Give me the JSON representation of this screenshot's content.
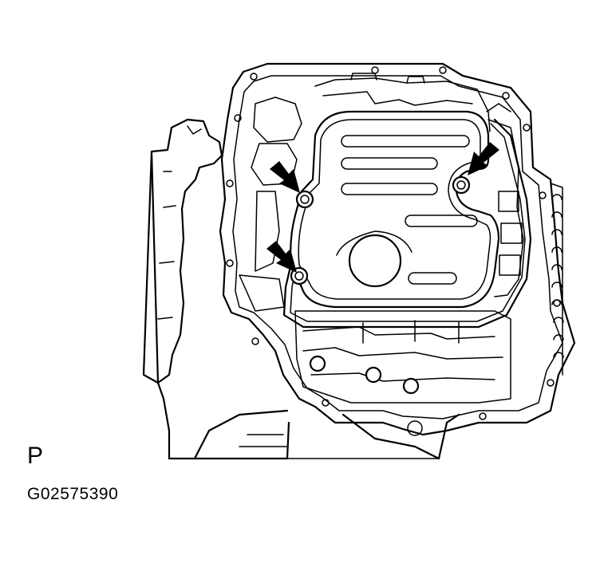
{
  "labels": {
    "view_letter": "P",
    "figure_code": "G02575390"
  },
  "callout_count": 3,
  "colors": {
    "line": "#000000",
    "background": "#ffffff"
  }
}
